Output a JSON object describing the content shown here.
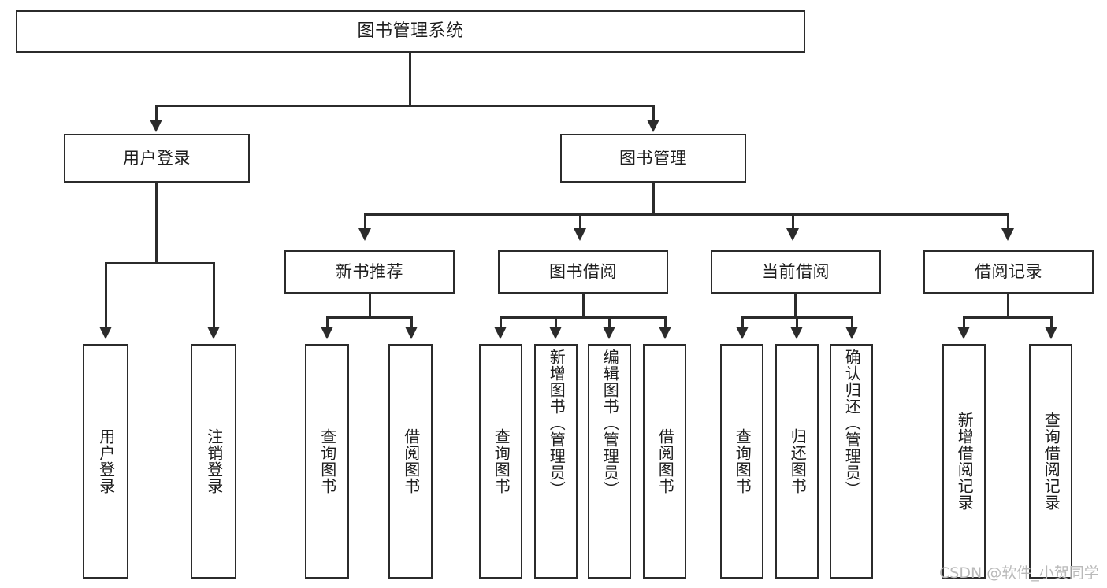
{
  "diagram": {
    "type": "tree",
    "title": "图书管理系统",
    "root": {
      "label": "图书管理系统"
    },
    "level1": [
      {
        "label": "用户登录"
      },
      {
        "label": "图书管理"
      }
    ],
    "level2": [
      {
        "label": "新书推荐"
      },
      {
        "label": "图书借阅"
      },
      {
        "label": "当前借阅"
      },
      {
        "label": "借阅记录"
      }
    ],
    "leaves": {
      "user_login": [
        {
          "label": "用户登录"
        },
        {
          "label": "注销登录"
        }
      ],
      "new_book_recommend": [
        {
          "label": "查询图书"
        },
        {
          "label": "借阅图书"
        }
      ],
      "book_borrow": [
        {
          "label": "查询图书"
        },
        {
          "label": "新增图书（管理员）"
        },
        {
          "label": "编辑图书（管理员）"
        },
        {
          "label": "借阅图书"
        }
      ],
      "current_borrow": [
        {
          "label": "查询图书"
        },
        {
          "label": "归还图书"
        },
        {
          "label": "确认归还（管理员）"
        }
      ],
      "borrow_record": [
        {
          "label": "新增借阅记录"
        },
        {
          "label": "查询借阅记录"
        }
      ]
    }
  },
  "watermark": {
    "text": "CSDN @软件_小贺同学"
  },
  "colors": {
    "stroke": "#2b2b2b",
    "background": "#ffffff",
    "text": "#1d1d1d",
    "watermark": "#b9b9b9"
  }
}
